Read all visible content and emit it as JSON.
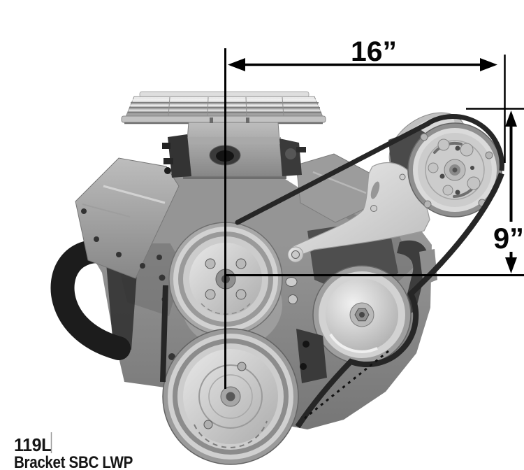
{
  "background": "#ffffff",
  "annotations": {
    "width_label": "16”",
    "height_label": "9”",
    "line_color": "#000000"
  },
  "caption": {
    "part_number": "119L",
    "part_name": "Bracket SBC LWP"
  },
  "illustration": {
    "subject": "Small block Chevy engine front view with A/C compressor bracket, pulleys and V-belts",
    "style": "grayscale product photo"
  }
}
